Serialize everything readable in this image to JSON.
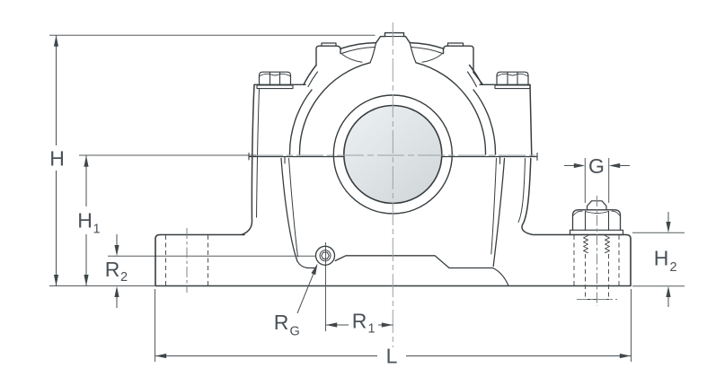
{
  "figure": {
    "kind": "engineering-dimension-drawing",
    "view": "front",
    "component": "split-plummer-block-bearing-housing"
  },
  "labels": {
    "H": {
      "main": "H",
      "sub": ""
    },
    "H1": {
      "main": "H",
      "sub": "1"
    },
    "R2": {
      "main": "R",
      "sub": "2"
    },
    "RG": {
      "main": "R",
      "sub": "G"
    },
    "R1": {
      "main": "R",
      "sub": "1"
    },
    "L": {
      "main": "L",
      "sub": ""
    },
    "G": {
      "main": "G",
      "sub": ""
    },
    "H2": {
      "main": "H",
      "sub": "2"
    }
  },
  "colors": {
    "background": "#ffffff",
    "outline": "#373d40",
    "thin_line": "#555b5e",
    "hidden_line": "#4a5053",
    "centerline": "#9aa1a4",
    "dimension_line": "#4a5053",
    "label_text": "#4a5158",
    "bore_fill_light": "#eaeef0",
    "bore_fill_dark": "#d2d8da"
  }
}
